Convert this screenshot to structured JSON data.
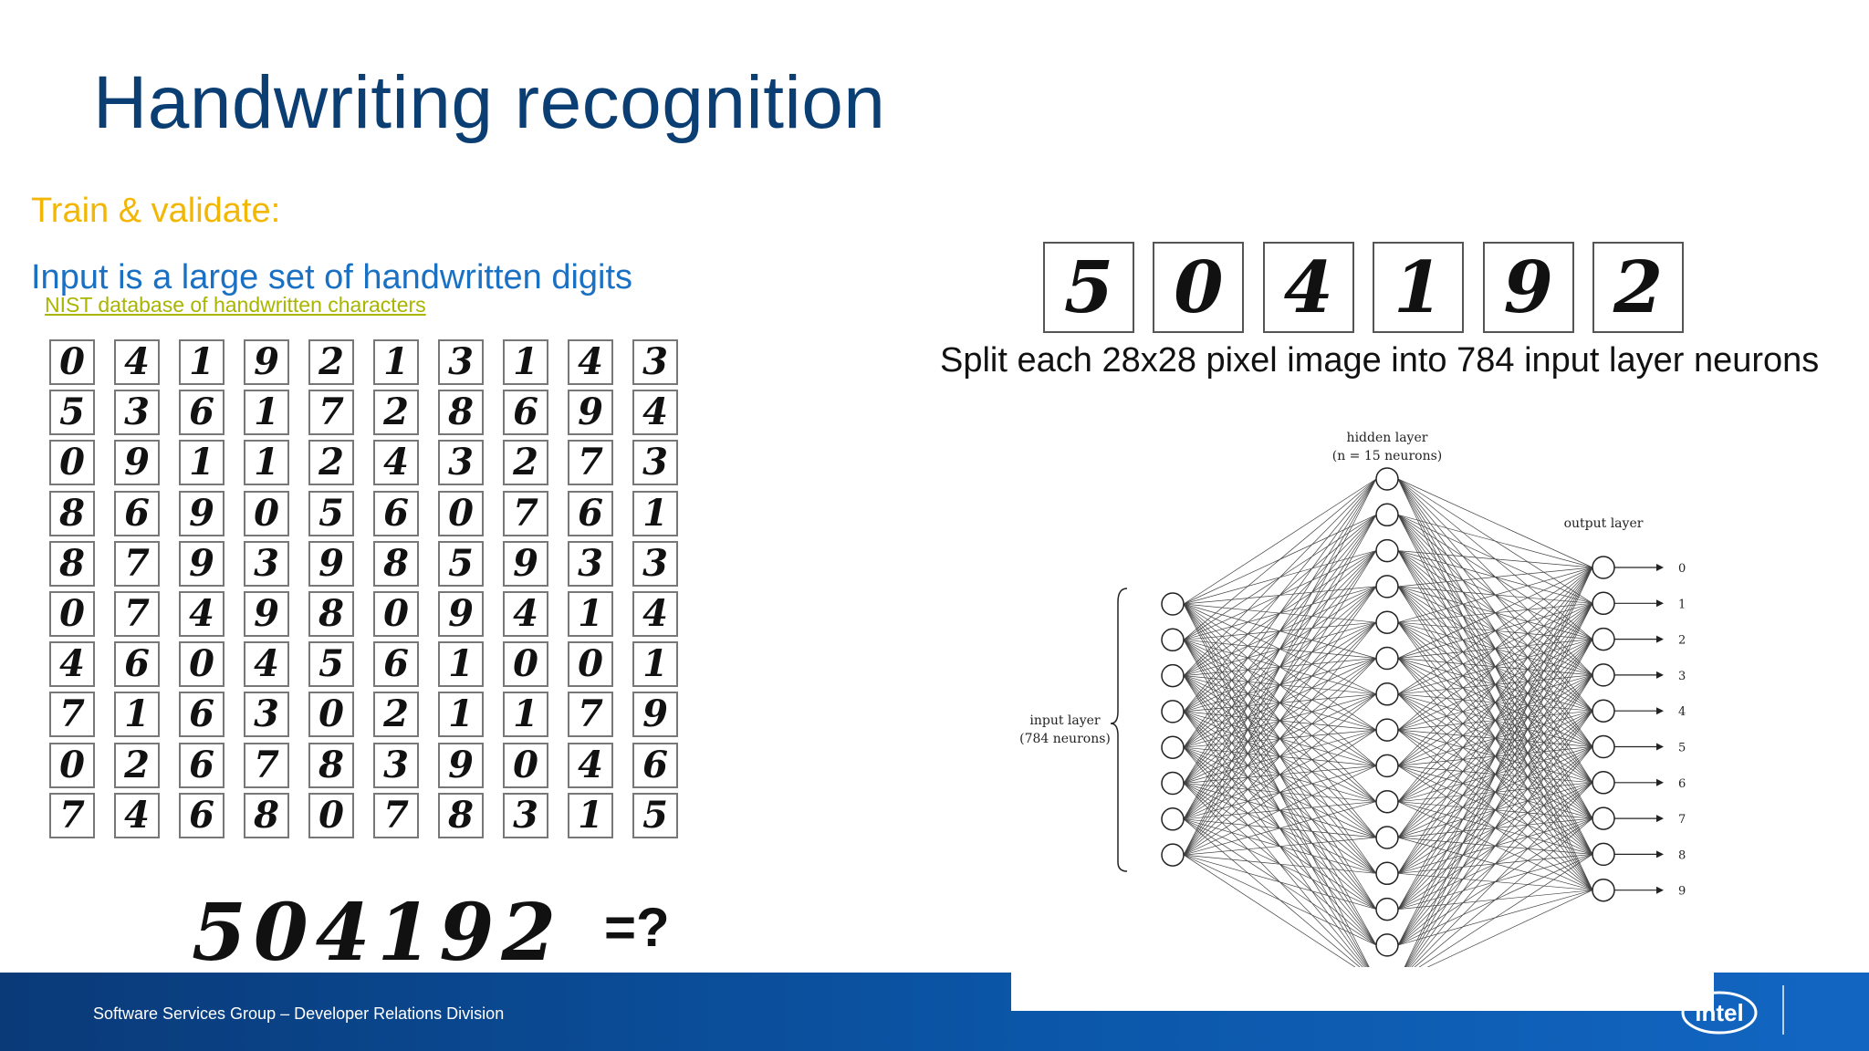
{
  "slide": {
    "title": "Handwriting recognition",
    "subtitle_1": "Train & validate:",
    "subtitle_2": "Input is a large set of handwritten digits",
    "link": "NIST database of handwritten characters",
    "split_text": "Split each 28x28 pixel image into 784 input layer neurons",
    "footer": "Software Services Group – Developer Relations Division",
    "logo_text": "intel"
  },
  "mnist_grid": [
    [
      "0",
      "4",
      "1",
      "9",
      "2",
      "1",
      "3",
      "1",
      "4",
      "3"
    ],
    [
      "5",
      "3",
      "6",
      "1",
      "7",
      "2",
      "8",
      "6",
      "9",
      "4"
    ],
    [
      "0",
      "9",
      "1",
      "1",
      "2",
      "4",
      "3",
      "2",
      "7",
      "3"
    ],
    [
      "8",
      "6",
      "9",
      "0",
      "5",
      "6",
      "0",
      "7",
      "6",
      "1"
    ],
    [
      "8",
      "7",
      "9",
      "3",
      "9",
      "8",
      "5",
      "9",
      "3",
      "3"
    ],
    [
      "0",
      "7",
      "4",
      "9",
      "8",
      "0",
      "9",
      "4",
      "1",
      "4"
    ],
    [
      "4",
      "6",
      "0",
      "4",
      "5",
      "6",
      "1",
      "0",
      "0",
      "1"
    ],
    [
      "7",
      "1",
      "6",
      "3",
      "0",
      "2",
      "1",
      "1",
      "7",
      "9"
    ],
    [
      "0",
      "2",
      "6",
      "7",
      "8",
      "3",
      "9",
      "0",
      "4",
      "6"
    ],
    [
      "7",
      "4",
      "6",
      "8",
      "0",
      "7",
      "8",
      "3",
      "1",
      "5"
    ]
  ],
  "sample_digits": [
    "5",
    "0",
    "4",
    "1",
    "9",
    "2"
  ],
  "query": {
    "digits": "504192",
    "equals": "=?"
  },
  "network": {
    "hidden_label_1": "hidden layer",
    "hidden_label_2": "(n = 15 neurons)",
    "output_label": "output layer",
    "input_label_1": "input layer",
    "input_label_2": "(784 neurons)",
    "input_neurons": 8,
    "hidden_neurons": 15,
    "output_labels": [
      "0",
      "1",
      "2",
      "3",
      "4",
      "5",
      "6",
      "7",
      "8",
      "9"
    ]
  },
  "colors": {
    "title": "#0b3f73",
    "subtitle_1": "#f2b705",
    "subtitle_2": "#1a71c4",
    "link": "#a9b500",
    "footer": "#0b56a8"
  }
}
